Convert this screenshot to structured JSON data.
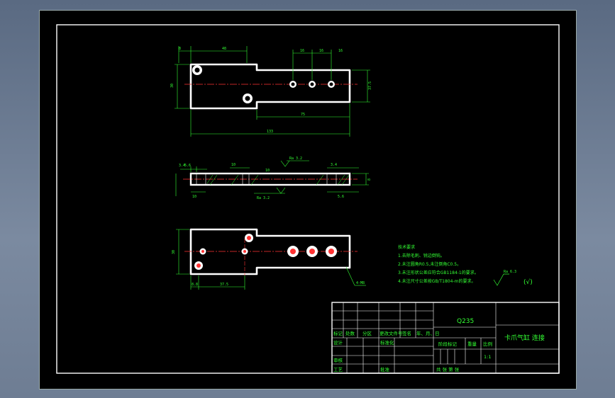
{
  "top_view": {
    "dimensions": {
      "d_left": "8",
      "d_top": "48",
      "d_height": "30",
      "d_pitch_1": "16",
      "d_pitch_2": "16",
      "d_pitch_3": "16",
      "d_neck": "37.5",
      "d_slot": "75",
      "d_total": "133"
    }
  },
  "section_view": {
    "dimensions": {
      "d_left_a": "3.4",
      "d_left_b": "5.6",
      "d_mid": "10",
      "d_right_a": "10",
      "d_right_b": "3.4",
      "d_right_c": "5.6",
      "d_bottom_left": "10",
      "d_thickness": "8"
    },
    "roughness_top": "Ra 3.2",
    "roughness_bottom": "Ra 3.2"
  },
  "bottom_view": {
    "dimensions": {
      "d_height": "30",
      "d_left": "8.8",
      "d_mid": "37.5",
      "d_callout": "4-M8"
    }
  },
  "technical_requirements": {
    "title": "技术要求",
    "items": [
      "1.去除毛刺、锐边倒钝。",
      "2.未注圆角R0.5,未注倒角C0.5。",
      "3.未注形状公差应符合GB1184-1的要求。",
      "4.未注尺寸公差按GB/T1804-m的要求。"
    ]
  },
  "surface_symbol": {
    "label": "Ra 6.3",
    "paren": "(√)"
  },
  "title_block": {
    "material": "Q235",
    "part_name": "卡爪气缸 连接",
    "headers": [
      "标记",
      "处数",
      "分区",
      "更改文件号",
      "签名",
      "年、月、日"
    ],
    "roles": {
      "design": "设计",
      "standard": "标准化",
      "review": "审核",
      "process": "工艺",
      "approve": "批准"
    },
    "stage_mark": "阶段标记",
    "weight": "重量",
    "scale_label": "比例",
    "scale": "1:1",
    "sheets": "共  张  第  张"
  }
}
